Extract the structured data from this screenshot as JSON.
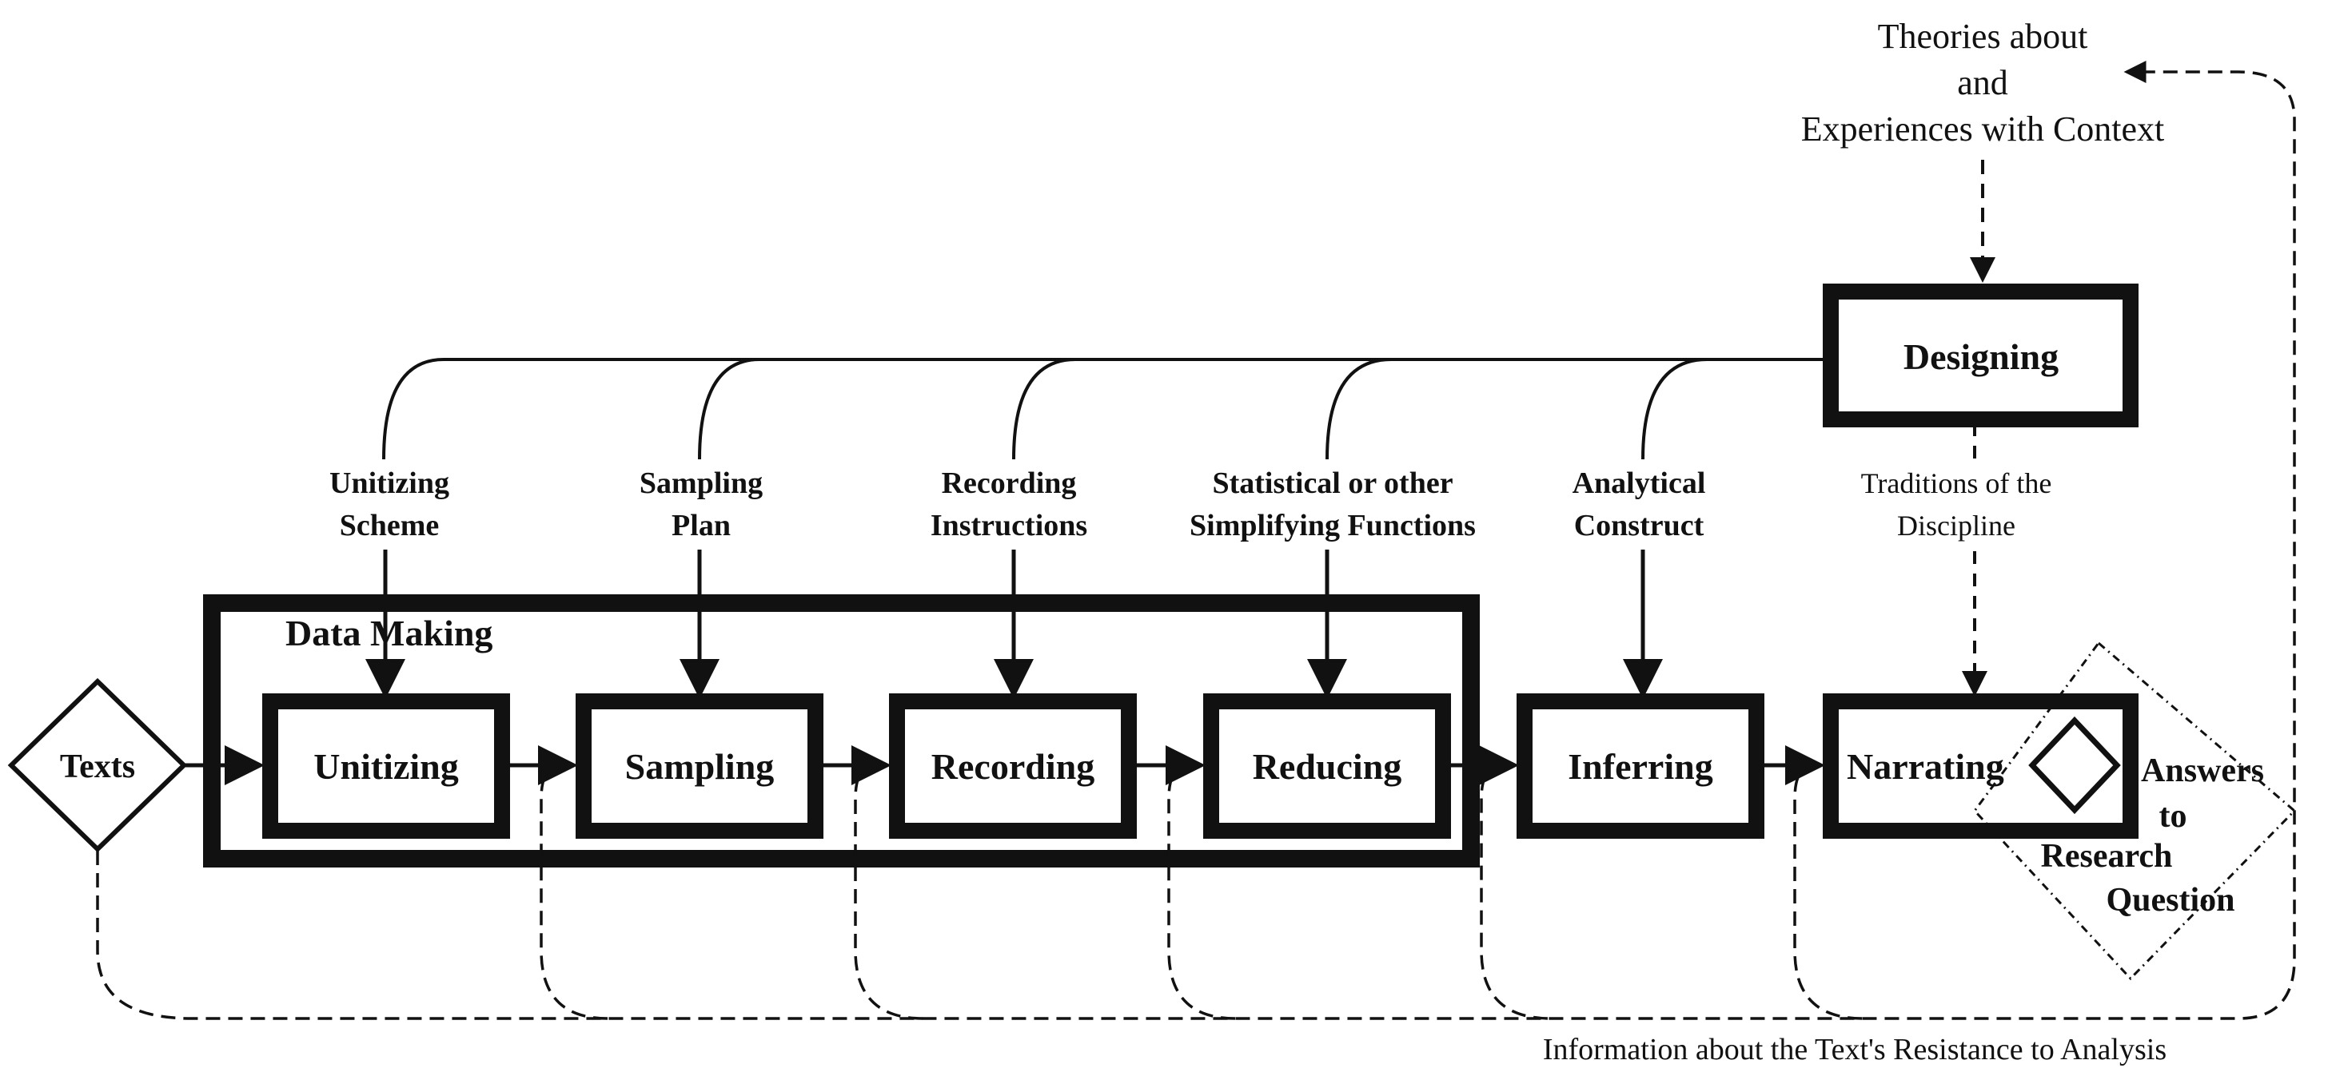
{
  "diagram": {
    "context": {
      "line1": "Theories about",
      "line2": "and",
      "line3": "Experiences with Context"
    },
    "nodes": {
      "designing": "Designing",
      "texts": "Texts",
      "unitizing": "Unitizing",
      "sampling": "Sampling",
      "recording": "Recording",
      "reducing": "Reducing",
      "inferring": "Inferring",
      "narrating": "Narrating"
    },
    "group": {
      "data_making": "Data  Making"
    },
    "parameters": {
      "unitizing_scheme": [
        "Unitizing",
        "Scheme"
      ],
      "sampling_plan": [
        "Sampling",
        "Plan"
      ],
      "recording_instructions": [
        "Recording",
        "Instructions"
      ],
      "simplifying_functions": [
        "Statistical or other",
        "Simplifying Functions"
      ],
      "analytical_construct": [
        "Analytical",
        "Construct"
      ],
      "traditions": [
        "Traditions of the",
        "Discipline"
      ]
    },
    "answers": [
      "Answers",
      "to",
      "Research",
      "Question"
    ],
    "feedback": "Information about the Text's Resistance to Analysis"
  }
}
